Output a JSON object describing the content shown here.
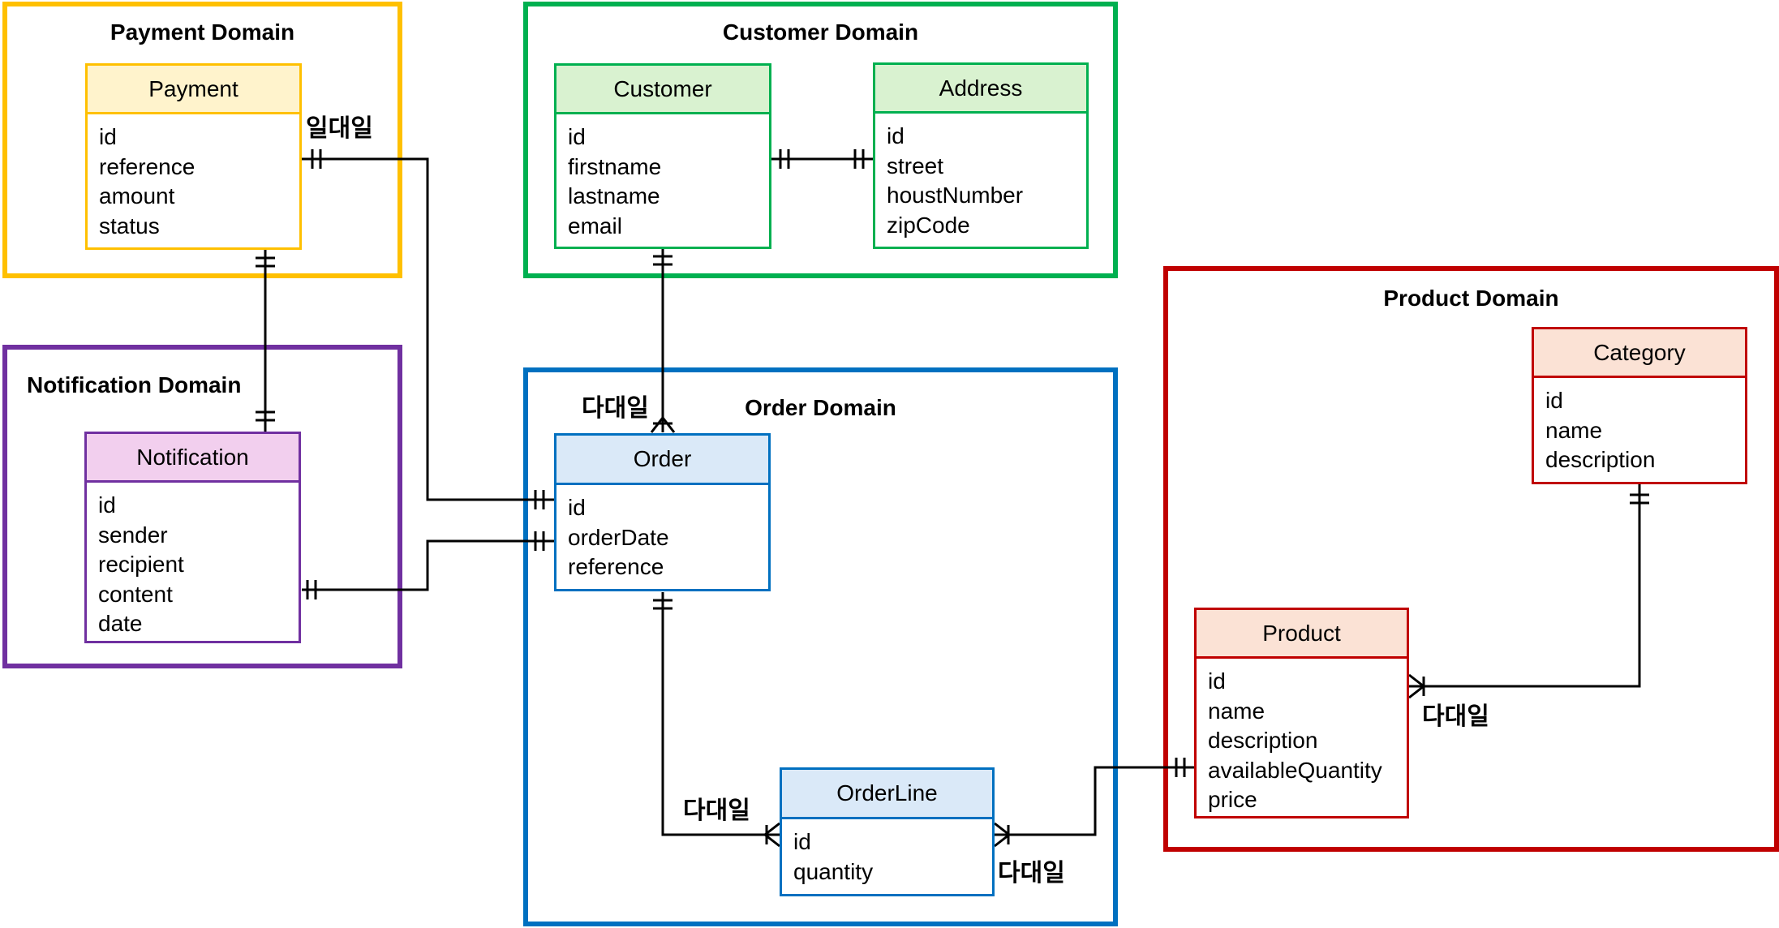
{
  "colors": {
    "payment": "#FFC000",
    "payment_fill": "#FFF3CC",
    "customer": "#00B050",
    "customer_fill": "#D9F2D0",
    "notification": "#7030A0",
    "notification_fill": "#F2CFEE",
    "order": "#0070C0",
    "order_fill": "#DAE9F8",
    "product": "#C00000",
    "product_fill": "#FBE2D5",
    "line": "#000000"
  },
  "domains": {
    "payment": "Payment Domain",
    "customer": "Customer Domain",
    "notification": "Notification Domain",
    "order": "Order Domain",
    "product": "Product Domain"
  },
  "entities": {
    "payment": {
      "name": "Payment",
      "fields": [
        "id",
        "reference",
        "amount",
        "status"
      ]
    },
    "customer": {
      "name": "Customer",
      "fields": [
        "id",
        "firstname",
        "lastname",
        "email"
      ]
    },
    "address": {
      "name": "Address",
      "fields": [
        "id",
        "street",
        "houstNumber",
        "zipCode"
      ]
    },
    "notification": {
      "name": "Notification",
      "fields": [
        "id",
        "sender",
        "recipient",
        "content",
        "date"
      ]
    },
    "order": {
      "name": "Order",
      "fields": [
        "id",
        "orderDate",
        "reference"
      ]
    },
    "orderline": {
      "name": "OrderLine",
      "fields": [
        "id",
        "quantity"
      ]
    },
    "category": {
      "name": "Category",
      "fields": [
        "id",
        "name",
        "description"
      ]
    },
    "product": {
      "name": "Product",
      "fields": [
        "id",
        "name",
        "description",
        "availableQuantity",
        "price"
      ]
    }
  },
  "relations": {
    "payment_order": "일대일",
    "customer_order": "다대일",
    "order_orderline": "다대일",
    "orderline_product": "다대일",
    "product_category": "다대일"
  }
}
